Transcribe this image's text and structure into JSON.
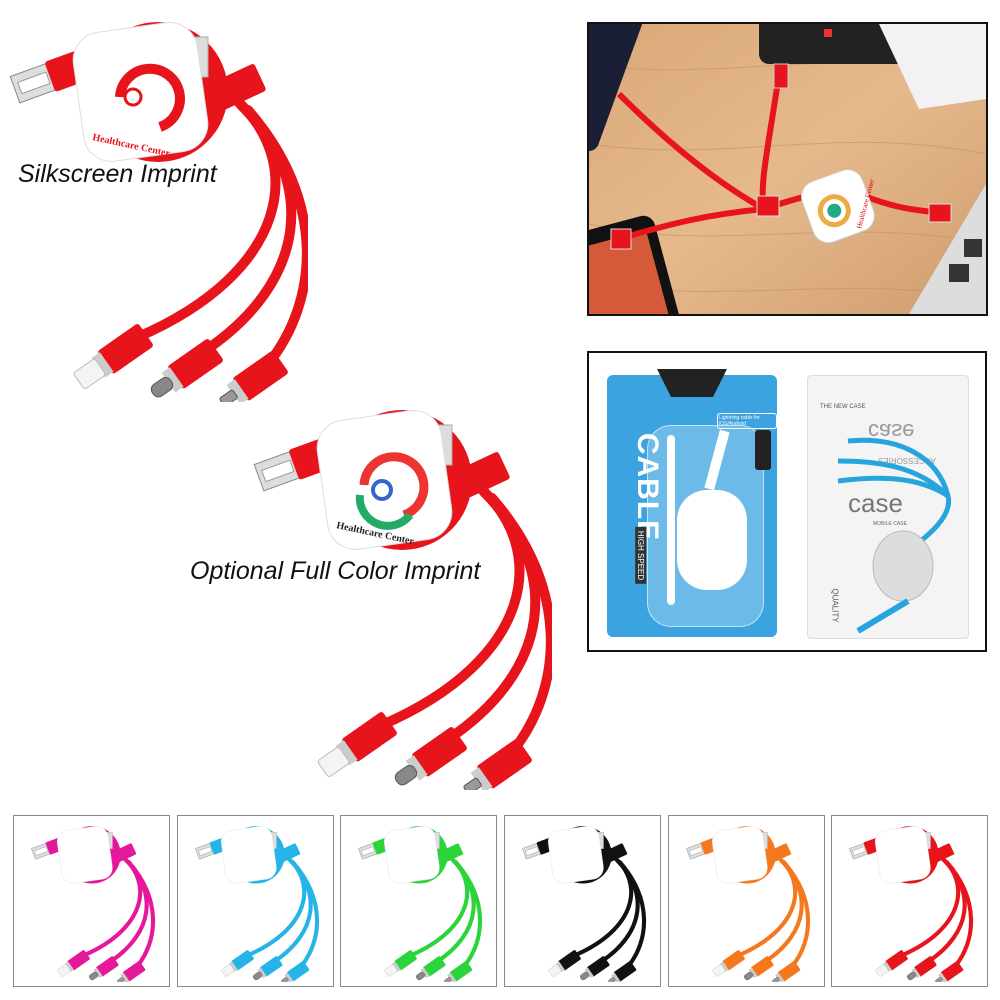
{
  "main": {
    "silkscreen_label": "Silkscreen Imprint",
    "fullcolor_label": "Optional Full Color Imprint",
    "logo_text": "Healthcare Center",
    "cable_color": "#e8141c"
  },
  "photo_lifestyle": {
    "logo_text": "Healthcare Center"
  },
  "photo_packaging": {
    "blister": {
      "title": "CABLE",
      "badge": "HIGH SPEED",
      "tag": "Lightning cable for iOS/Android",
      "color": "#3aa3e0"
    },
    "bag": {
      "header": "THE NEW CASE",
      "brand": "case",
      "subtitle": "ACCESSORIES",
      "brand2": "case",
      "brand2_sub": "MOBILE CASE",
      "quality": "QUALITY"
    }
  },
  "variants": [
    {
      "name": "pink",
      "color": "#e5179a"
    },
    {
      "name": "blue",
      "color": "#26b4e8"
    },
    {
      "name": "green",
      "color": "#2bd43a"
    },
    {
      "name": "black",
      "color": "#111111"
    },
    {
      "name": "orange",
      "color": "#f5781e"
    },
    {
      "name": "red",
      "color": "#e8141c"
    }
  ]
}
